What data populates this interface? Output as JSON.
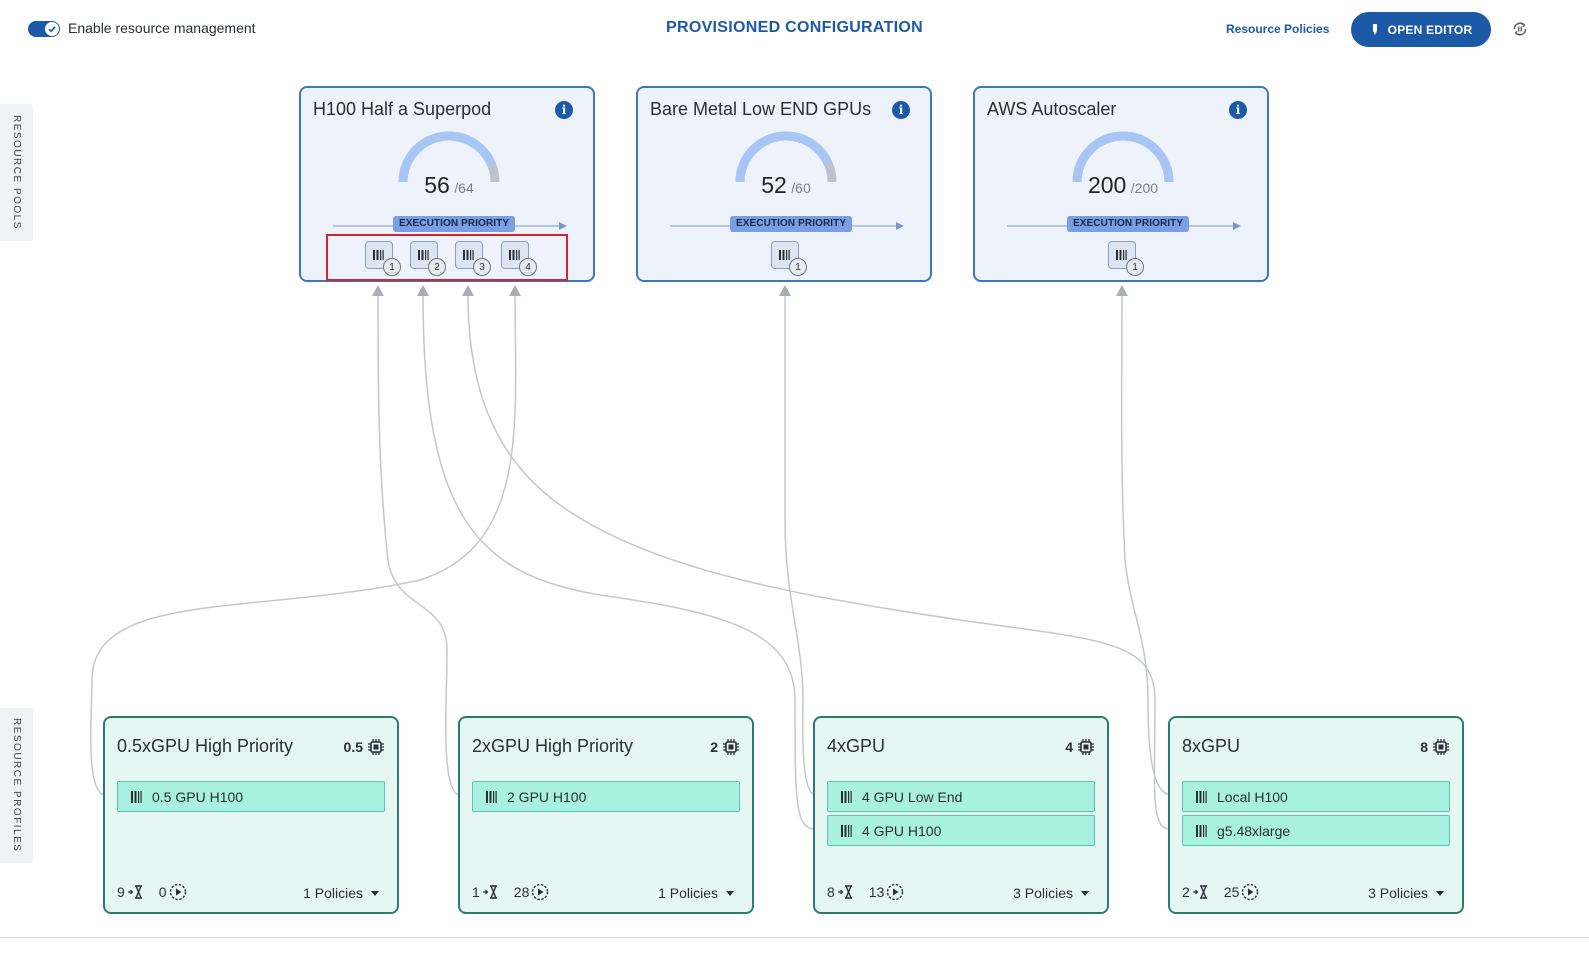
{
  "header": {
    "toggle_label": "Enable resource management",
    "toggle_on": true,
    "title": "PROVISIONED CONFIGURATION",
    "policies_link": "Resource Policies",
    "editor_button": "OPEN EDITOR",
    "accent_color": "#1c5aa8"
  },
  "side_tabs": {
    "pools": "RESOURCE POOLS",
    "profiles": "RESOURCE PROFILES"
  },
  "pools": [
    {
      "name": "H100 Half a Superpod",
      "value": "56",
      "max": "/64",
      "used_fraction": 0.875,
      "priority_label": "EXECUTION PRIORITY",
      "profiles": [
        "1",
        "2",
        "3",
        "4"
      ]
    },
    {
      "name": "Bare Metal Low END GPUs",
      "value": "52",
      "max": "/60",
      "used_fraction": 0.867,
      "priority_label": "EXECUTION PRIORITY",
      "profiles": [
        "1"
      ]
    },
    {
      "name": "AWS Autoscaler",
      "value": "200",
      "max": "/200",
      "used_fraction": 1.0,
      "priority_label": "EXECUTION PRIORITY",
      "profiles": [
        "1"
      ]
    }
  ],
  "profiles": [
    {
      "name": "0.5xGPU High Priority",
      "gpus": "0.5",
      "nodes": [
        "0.5 GPU H100"
      ],
      "queued": "9",
      "running": "0",
      "policies": "1 Policies"
    },
    {
      "name": "2xGPU High Priority",
      "gpus": "2",
      "nodes": [
        "2 GPU H100"
      ],
      "queued": "1",
      "running": "28",
      "policies": "1 Policies"
    },
    {
      "name": "4xGPU",
      "gpus": "4",
      "nodes": [
        "4 GPU Low End",
        "4 GPU H100"
      ],
      "queued": "8",
      "running": "13",
      "policies": "3 Policies"
    },
    {
      "name": "8xGPU",
      "gpus": "8",
      "nodes": [
        "Local H100",
        "g5.48xlarge"
      ],
      "queued": "2",
      "running": "25",
      "policies": "3 Policies"
    }
  ],
  "icons": {
    "toggle": "check-icon",
    "editor": "pen-icon",
    "refresh": "refresh-icon",
    "info": "info-icon",
    "profile": "barcode-icon",
    "gpu": "chip-icon",
    "queued": "hourglass-icon",
    "running": "play-circle-icon",
    "dropdown": "caret-down-icon"
  }
}
